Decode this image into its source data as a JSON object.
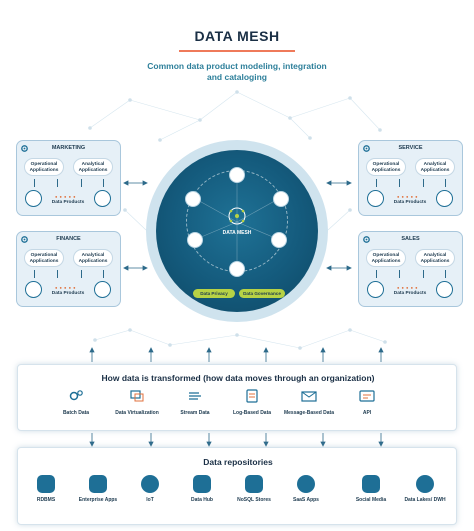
{
  "title": "DATA MESH",
  "subtitle": "Common data product modeling, integration and cataloging",
  "colors": {
    "accent_orange": "#ef7a5a",
    "primary_blue": "#1e6f96",
    "hub_dark": "#145a7c",
    "lime": "#b7d245",
    "domain_bg": "#e6f0f7"
  },
  "domains": [
    {
      "name": "MARKETING",
      "app_left": "Operational Applications",
      "app_right": "Analytical Applications",
      "products": "Data Products",
      "icon": "gear-network-icon"
    },
    {
      "name": "FINANCE",
      "app_left": "Operational Applications",
      "app_right": "Analytical Applications",
      "products": "Data Products",
      "icon": "gear-network-icon"
    },
    {
      "name": "SERVICE",
      "app_left": "Operational Applications",
      "app_right": "Analytical Applications",
      "products": "Data Products",
      "icon": "gear-network-icon"
    },
    {
      "name": "SALES",
      "app_left": "Operational Applications",
      "app_right": "Analytical Applications",
      "products": "Data Products",
      "icon": "gear-network-icon"
    }
  ],
  "hub": {
    "label": "DATA MESH",
    "pills": [
      "Data Privacy",
      "Data Governance"
    ],
    "node_icons": [
      "dashboard-icon",
      "network-icon",
      "monitor-icon",
      "settings-icon",
      "document-icon",
      "connector-icon",
      "mesh-icon"
    ]
  },
  "transform": {
    "title": "How data is transformed (how data moves through an organization)",
    "items": [
      {
        "label": "Batch Data",
        "icon": "gears-icon"
      },
      {
        "label": "Data Virtualization",
        "icon": "virtualization-icon"
      },
      {
        "label": "Stream Data",
        "icon": "stream-icon"
      },
      {
        "label": "Log-Based Data",
        "icon": "log-icon"
      },
      {
        "label": "Message-Based Data",
        "icon": "message-icon"
      },
      {
        "label": "API",
        "icon": "api-icon"
      }
    ]
  },
  "repos": {
    "title": "Data repositories",
    "items": [
      {
        "label": "RDBMS",
        "icon": "database-icon"
      },
      {
        "label": "Enterprise Apps",
        "icon": "enterprise-apps-icon"
      },
      {
        "label": "IoT",
        "icon": "iot-cloud-icon"
      },
      {
        "label": "Data Hub",
        "icon": "data-hub-icon"
      },
      {
        "label": "NoSQL Stores",
        "icon": "nosql-icon"
      },
      {
        "label": "SaaS Apps",
        "icon": "saas-cloud-icon"
      },
      {
        "label": "Social Media",
        "icon": "social-media-icon"
      },
      {
        "label": "Data Lakes/ DWH",
        "icon": "data-lake-icon"
      }
    ]
  }
}
